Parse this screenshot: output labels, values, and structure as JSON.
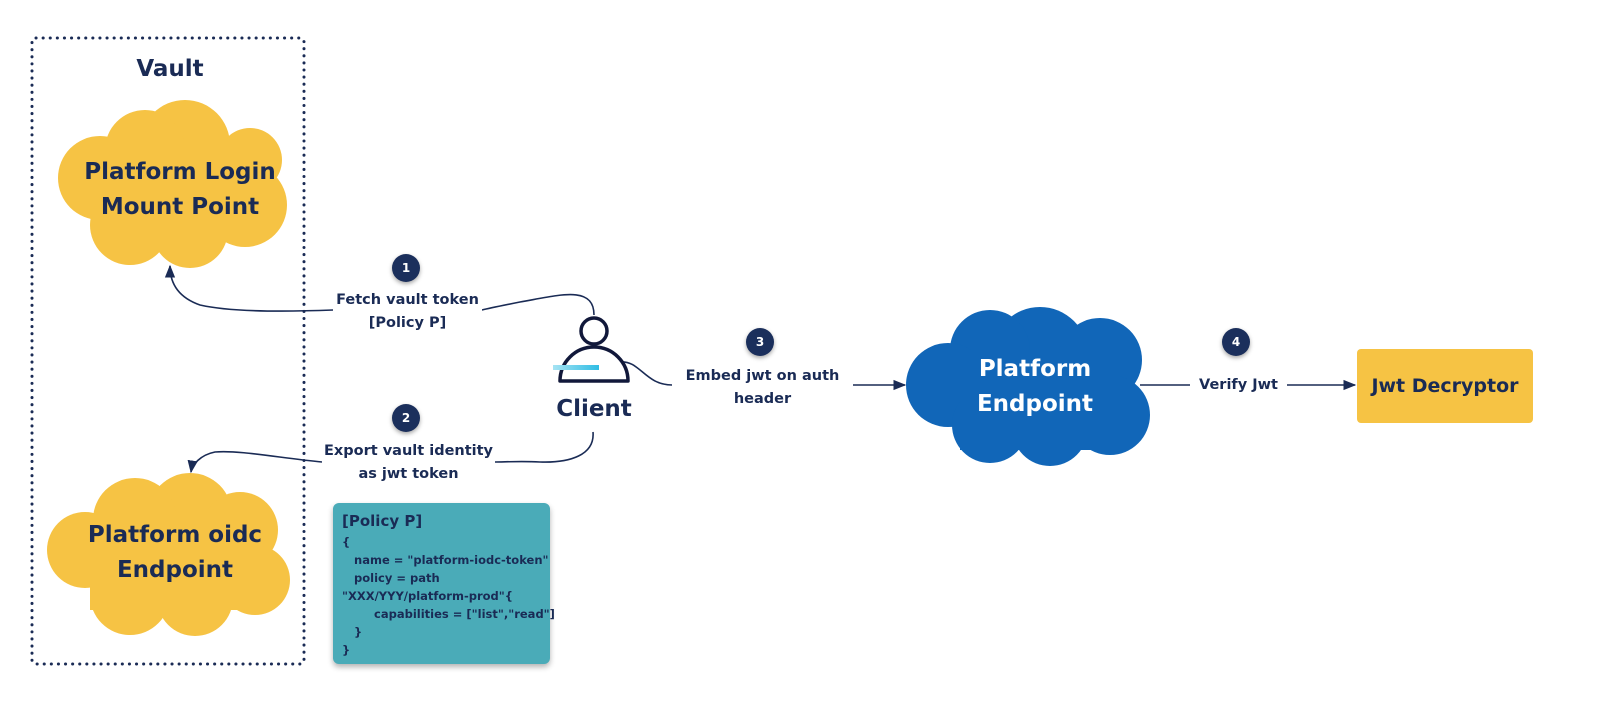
{
  "vault": {
    "title": "Vault",
    "login_cloud": {
      "line1": "Platform Login",
      "line2": "Mount Point"
    },
    "oidc_cloud": {
      "line1": "Platform oidc",
      "line2": "Endpoint"
    }
  },
  "client": {
    "label": "Client"
  },
  "steps": [
    {
      "number": "1",
      "line1": "Fetch vault token",
      "line2": "[Policy P]"
    },
    {
      "number": "2",
      "line1": "Export vault identity",
      "line2": "as jwt token"
    },
    {
      "number": "3",
      "line1": "Embed jwt on auth",
      "line2": "header"
    },
    {
      "number": "4",
      "line1": "Verify Jwt"
    }
  ],
  "platform_endpoint": {
    "line1": "Platform",
    "line2": "Endpoint"
  },
  "jwt_decryptor": {
    "label": "Jwt Decryptor"
  },
  "policy": {
    "title": "[Policy P]",
    "lines": [
      "{",
      "   name = \"platform-iodc-token\"",
      "   policy = path",
      "\"XXX/YYY/platform-prod\"{",
      "        capabilities = [\"list\",\"read\"]",
      "   }",
      "}"
    ]
  },
  "colors": {
    "navy": "#1a2b55",
    "cloud_yellow": "#f6c344",
    "cloud_blue": "#1166b8",
    "policy_teal": "#4aabb8",
    "client_accent": "#3fc3e6"
  }
}
